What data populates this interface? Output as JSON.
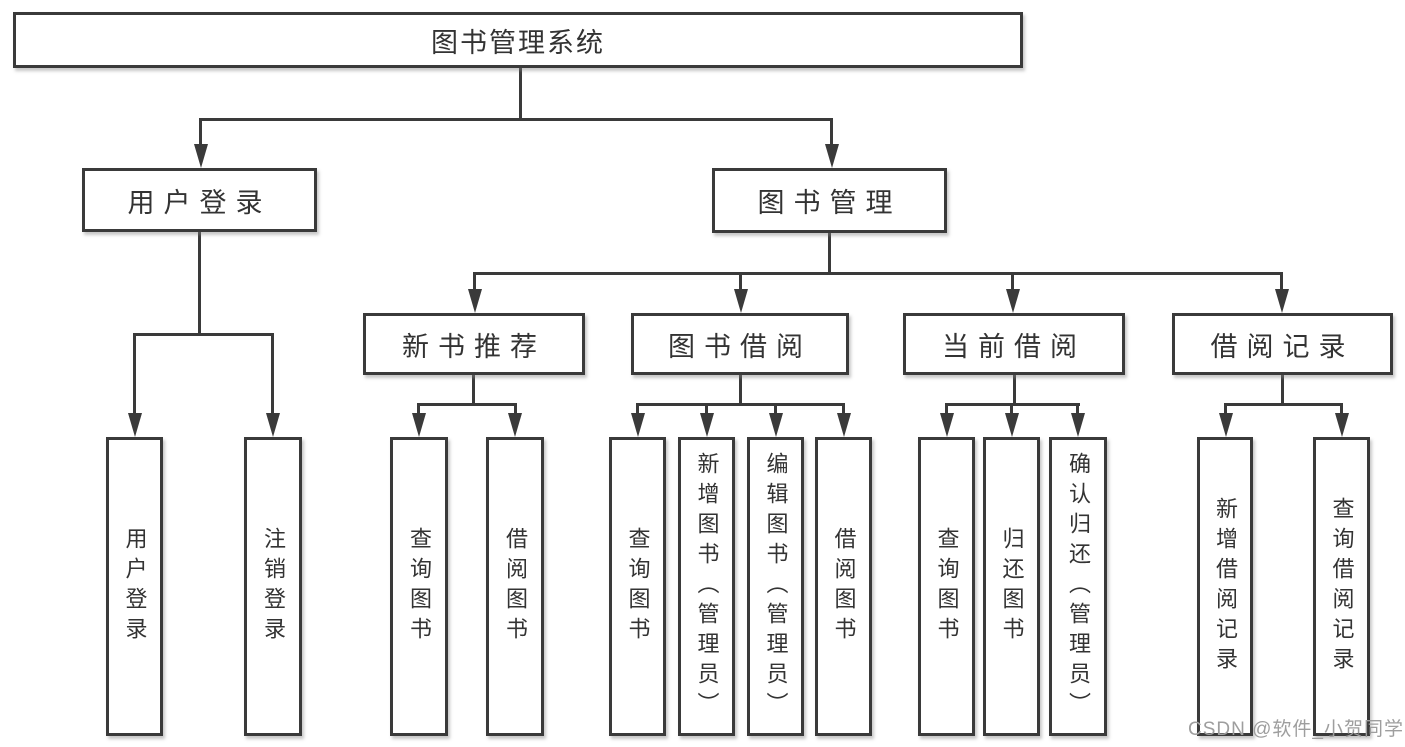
{
  "tree": {
    "label": "图书管理系统",
    "children": [
      {
        "label": "用户登录",
        "children": [
          {
            "label": "用户登录"
          },
          {
            "label": "注销登录"
          }
        ]
      },
      {
        "label": "图书管理",
        "children": [
          {
            "label": "新书推荐",
            "children": [
              {
                "label": "查询图书"
              },
              {
                "label": "借阅图书"
              }
            ]
          },
          {
            "label": "图书借阅",
            "children": [
              {
                "label": "查询图书"
              },
              {
                "label": "新增图书（管理员）"
              },
              {
                "label": "编辑图书（管理员）"
              },
              {
                "label": "借阅图书"
              }
            ]
          },
          {
            "label": "当前借阅",
            "children": [
              {
                "label": "查询图书"
              },
              {
                "label": "归还图书"
              },
              {
                "label": "确认归还（管理员）"
              }
            ]
          },
          {
            "label": "借阅记录",
            "children": [
              {
                "label": "新增借阅记录"
              },
              {
                "label": "查询借阅记录"
              }
            ]
          }
        ]
      }
    ]
  },
  "watermark": "CSDN @软件_小贺同学",
  "colors": {
    "line": "#3a3a3a",
    "text": "#333333",
    "watermark": "#9e9e9e",
    "background": "#ffffff"
  }
}
